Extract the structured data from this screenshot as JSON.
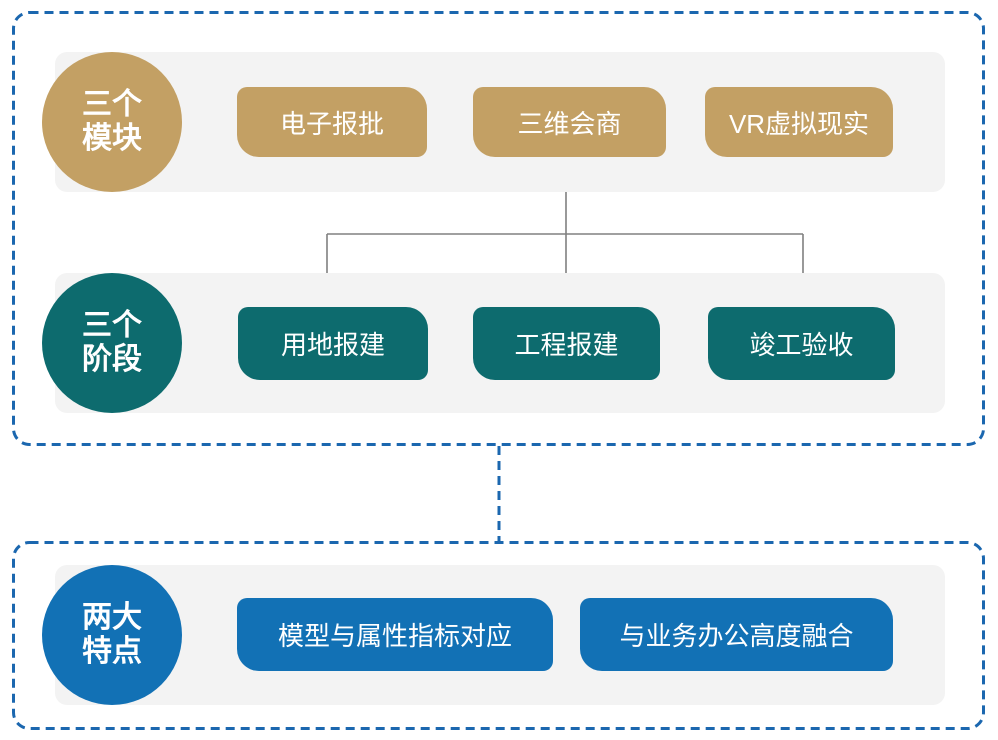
{
  "palette": {
    "gold": "#C3A064",
    "teal": "#0D6B6E",
    "blue": "#1271B5",
    "frame_dash_blue": "#1B67AF",
    "band_gray": "#F3F3F3",
    "connector_gray": "#808080",
    "stage_dash_gray": "#8C8C8C",
    "label_text": "#FFFFFF"
  },
  "sections": [
    {
      "id": "modules",
      "circle": {
        "line1": "三个",
        "line2": "模块"
      },
      "items": [
        {
          "label": "电子报批"
        },
        {
          "label": "三维会商"
        },
        {
          "label": "VR虚拟现实"
        }
      ]
    },
    {
      "id": "stages",
      "circle": {
        "line1": "三个",
        "line2": "阶段"
      },
      "items": [
        {
          "label": "用地报建"
        },
        {
          "label": "工程报建"
        },
        {
          "label": "竣工验收"
        }
      ]
    },
    {
      "id": "features",
      "circle": {
        "line1": "两大",
        "line2": "特点"
      },
      "items": [
        {
          "label": "模型与属性指标对应"
        },
        {
          "label": "与业务办公高度融合"
        }
      ]
    }
  ]
}
